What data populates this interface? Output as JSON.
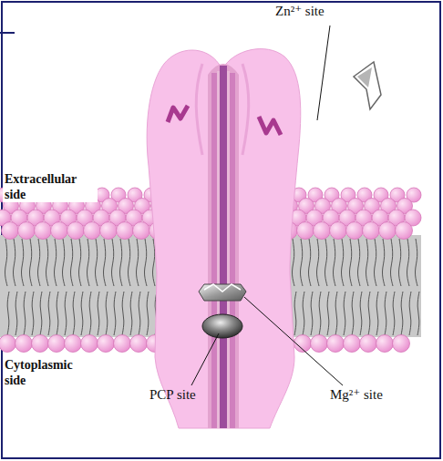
{
  "diagram": {
    "labels": [
      "Zn²⁺ site",
      "Extracellular side",
      "Cytoplasmic side",
      "PCP site",
      "Mg²⁺ site"
    ]
  }
}
